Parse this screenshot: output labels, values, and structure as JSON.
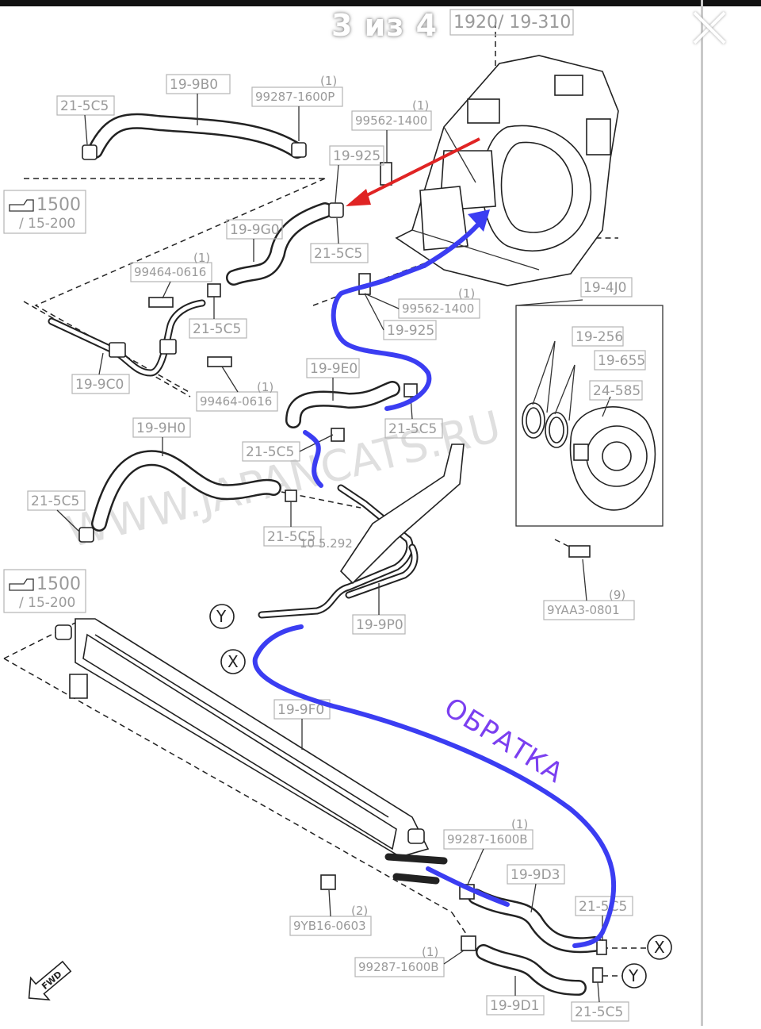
{
  "viewer": {
    "counter": "3 из 4",
    "close_icon": "close-x-icon"
  },
  "diagram": {
    "labels": {
      "top_ref": "1920/ 19-310",
      "hose_9b0": "19-9B0",
      "clamp_left_top": "21-5C5",
      "bolt_1600p": "99287-1600P",
      "bolt_1600p_qty": "(1)",
      "bolt_1400_top": "99562-1400",
      "bolt_1400_top_qty": "(1)",
      "pipe_925_top": "19-925",
      "hose_9g0": "19-9G0",
      "clamp_mid_top": "21-5C5",
      "bolt_0616_a": "99464-0616",
      "bolt_0616_a_qty": "(1)",
      "clamp_c0": "21-5C5",
      "pipe_9c0": "19-9C0",
      "bolt_0616_b": "99464-0616",
      "bolt_0616_b_qty": "(1)",
      "bolt_1400_mid": "99562-1400",
      "bolt_1400_mid_qty": "(1)",
      "pipe_925_mid": "19-925",
      "filter_4j0": "19-4J0",
      "seal_256": "19-256",
      "seal_655": "19-655",
      "cover_585": "24-585",
      "hose_9e0": "19-9E0",
      "clamp_e0": "21-5C5",
      "hose_9h0": "19-9H0",
      "clamp_h0": "21-5C5",
      "clamp_left_mid": "21-5C5",
      "clamp_lower": "21-5C5",
      "ref_a_num": "1500",
      "ref_a_sub": "/ 15-200",
      "ref_b_num": "1500",
      "ref_b_sub": "/ 15-200",
      "pipe_9p0": "19-9P0",
      "bolt_0801": "9YAA3-0801",
      "bolt_0801_qty": "(9)",
      "marker_y": "Y",
      "marker_x": "X",
      "cooler_9f0": "19-9F0",
      "bolt_1600b_a": "99287-1600B",
      "bolt_1600b_a_qty": "(1)",
      "hose_9d3": "19-9D3",
      "clamp_d3": "21-5C5",
      "nut_0603": "9YB16-0603",
      "nut_0603_qty": "(2)",
      "bolt_1600b_b": "99287-1600B",
      "bolt_1600b_b_qty": "(1)",
      "hose_9d1": "19-9D1",
      "clamp_d1": "21-5C5",
      "marker_x2": "X",
      "marker_y2": "Y",
      "fwd": "FWD",
      "partial_num": "10 5.292"
    },
    "annotation": {
      "text": "ОБРАТКА",
      "color": "#7b3ff0"
    },
    "watermark": "WWW.JAPANCATS.RU",
    "colors": {
      "return_line": "#3b3df2",
      "arrow_red": "#e02424",
      "label_gray": "#9a9a9a"
    }
  }
}
